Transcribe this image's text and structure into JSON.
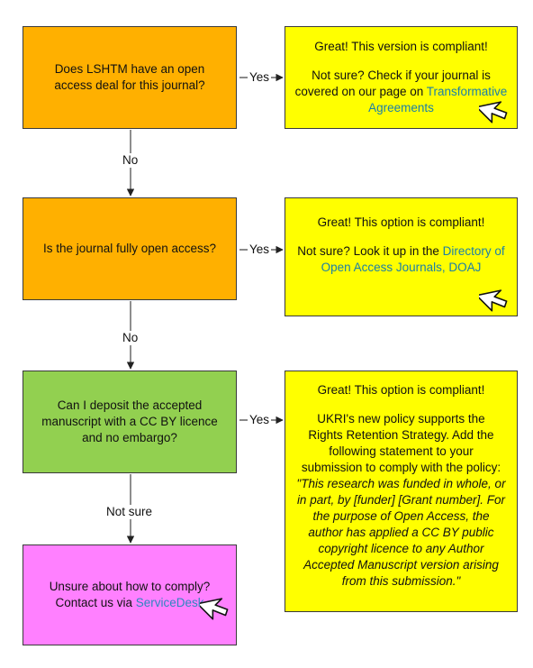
{
  "q1": {
    "text": "Does LSHTM have an open access deal for this journal?"
  },
  "a1": {
    "title": "Great! This version is compliant!",
    "text_pre": "Not sure? Check if your journal is covered on our page on ",
    "link": "Transformative Agreements"
  },
  "q2": {
    "text": "Is the journal fully open access?"
  },
  "a2": {
    "title": "Great! This option is compliant!",
    "text_pre": "Not sure? Look it up in the ",
    "link": "Directory of Open Access Journals, DOAJ"
  },
  "q3": {
    "text": "Can I deposit the accepted manuscript with a CC BY licence and no embargo?"
  },
  "a3": {
    "title": "Great! This option is compliant!",
    "text": "UKRI's new policy supports the Rights Retention Strategy. Add the following statement to your submission to comply with the policy:",
    "statement": "\"This research was funded in whole, or in part, by [funder] [Grant number]. For the purpose of Open Access, the author has applied a CC BY public copyright licence to any Author Accepted Manuscript version arising from this submission.\""
  },
  "q4": {
    "text_line1": "Unsure about how to comply?",
    "text_pre": "Contact us via ",
    "link": "ServiceDesk"
  },
  "labels": {
    "yes": "Yes",
    "no": "No",
    "not_sure": "Not sure"
  },
  "colors": {
    "question": "#ffb000",
    "answer": "#ffff00",
    "deposit": "#92d050",
    "contact": "#ff80ff",
    "link": "#1a7fa8"
  },
  "icons": [
    "cursor-icon"
  ]
}
